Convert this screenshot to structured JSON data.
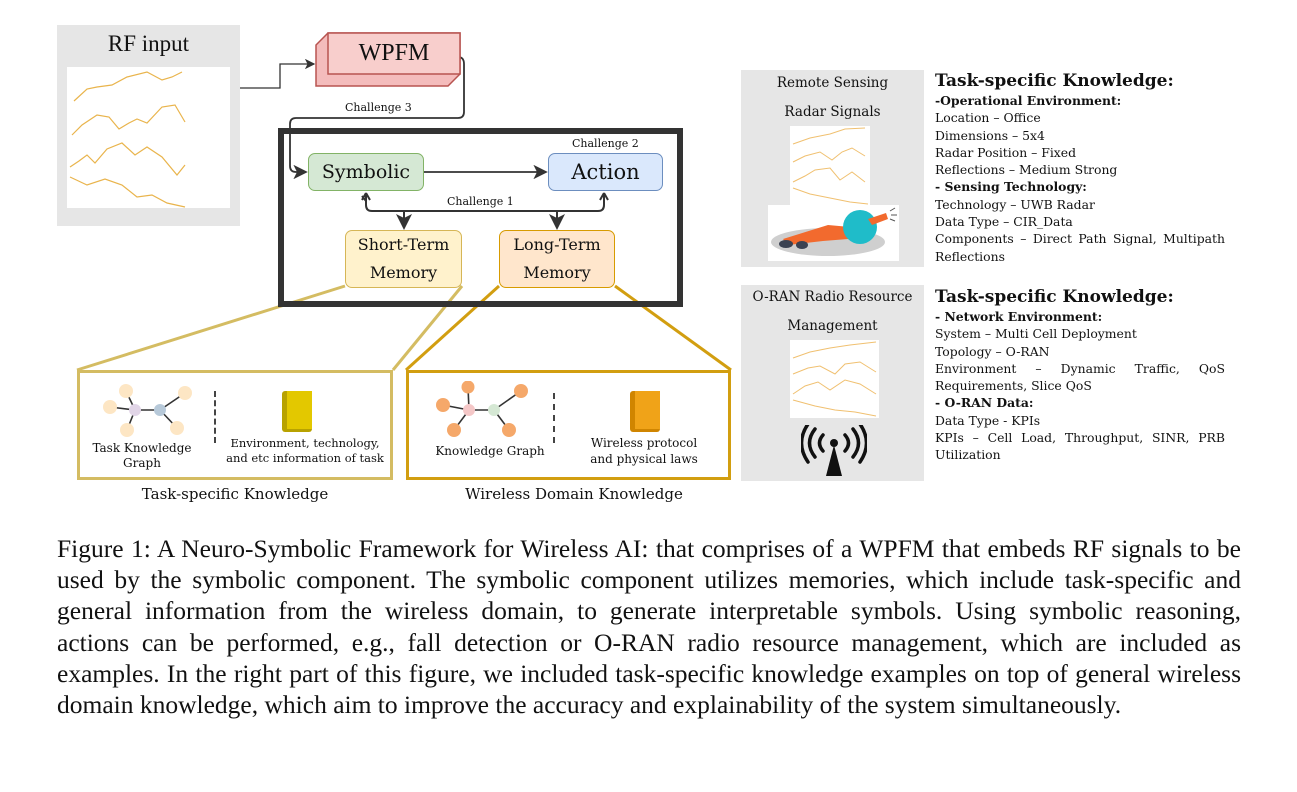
{
  "figure": {
    "rf_input": {
      "title": "RF input"
    },
    "wpfm": {
      "label": "WPFM",
      "color": "#f8cecc"
    },
    "challenges": {
      "c1": "Challenge 1",
      "c2": "Challenge 2",
      "c3": "Challenge 3"
    },
    "symbolic": {
      "label": "Symbolic",
      "color": "#d5e8d4"
    },
    "action": {
      "label": "Action",
      "color": "#dae8fc"
    },
    "short_term": {
      "line1": "Short-Term",
      "line2": "Memory",
      "color": "#fff2cc"
    },
    "long_term": {
      "line1": "Long-Term",
      "line2": "Memory",
      "color": "#ffe6cc"
    },
    "task_box": {
      "graph_label": "Task Knowledge Graph",
      "book_label_1": "Environment, technology,",
      "book_label_2": "and etc information of task",
      "caption": "Task-specific Knowledge"
    },
    "wireless_box": {
      "graph_label": "Knowledge Graph",
      "book_label_1": "Wireless protocol",
      "book_label_2": "and physical laws",
      "caption": "Wireless Domain Knowledge"
    },
    "example1": {
      "panel_title_1": "Remote Sensing",
      "panel_title_2": "Radar Signals",
      "heading": "Task-specific Knowledge:",
      "section1": "-Operational Environment:",
      "items1": [
        "Location – Office",
        "Dimensions – 5x4",
        "Radar Position – Fixed",
        "Reflections – Medium Strong"
      ],
      "section2": "- Sensing Technology:",
      "items2": [
        "Technology – UWB Radar",
        "Data Type – CIR_Data"
      ],
      "components_line1": "Components – Direct Path Signal, Multipath",
      "components_line2": "Reflections"
    },
    "example2": {
      "panel_title_1": "O-RAN Radio Resource",
      "panel_title_2": "Management",
      "heading": "Task-specific Knowledge:",
      "section1": "- Network Environment:",
      "items1": [
        "System – Multi Cell Deployment",
        "Topology – O-RAN"
      ],
      "env_line1": "Environment – Dynamic Traffic, QoS",
      "env_line2": "Requirements, Slice QoS",
      "section2": "- O-RAN Data:",
      "items2": [
        "Data Type - KPIs"
      ],
      "kpi_line1": "KPIs – Cell Load, Throughput, SINR, PRB",
      "kpi_line2": "Utilization"
    }
  },
  "caption": "Figure 1: A Neuro-Symbolic Framework for Wireless AI: that comprises of a WPFM that embeds RF signals to be used by the symbolic component. The symbolic component utilizes memories, which include task-specific and general information from the wireless domain, to generate interpretable symbols. Using symbolic reasoning, actions can be performed, e.g., fall detection or O-RAN radio resource management, which are included as examples. In the right part of this figure, we included task-specific knowledge examples on top of general wireless domain knowledge, which aim to improve the accuracy and explainability of the system simultaneously."
}
